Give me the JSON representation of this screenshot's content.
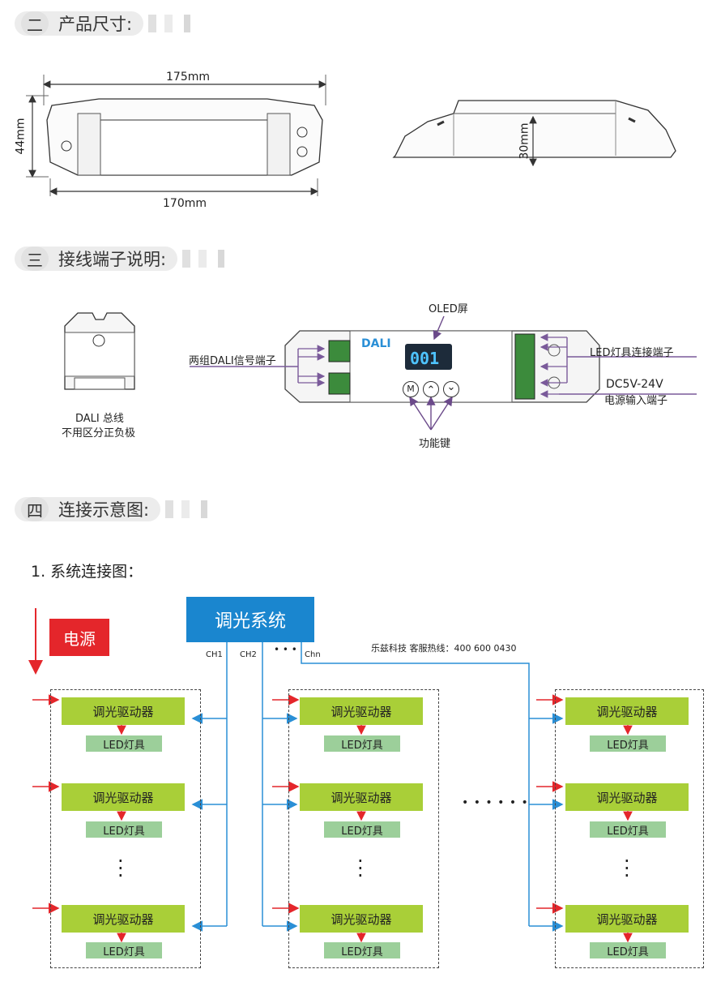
{
  "sections": {
    "s2": {
      "num": "二",
      "title": "产品尺寸:"
    },
    "s3": {
      "num": "三",
      "title": "接线端子说明:"
    },
    "s4": {
      "num": "四",
      "title": "连接示意图:"
    }
  },
  "dimensions": {
    "width_top": "175mm",
    "width_bottom": "170mm",
    "height_front": "44mm",
    "height_side": "30mm"
  },
  "wiring": {
    "dali_note_line1": "DALI 总线",
    "dali_note_line2": "不用区分正负极",
    "oled_label": "OLED屏",
    "dali_terminals": "两组DALI信号端子",
    "led_terminals": "LED灯具连接端子",
    "power_voltage": "DC5V-24V",
    "power_terminals": "电源输入端子",
    "function_keys": "功能键",
    "device_brand": "DALI",
    "device_display": "001",
    "key_m": "M",
    "key_up": "⌃",
    "key_down": "⌄"
  },
  "diagram": {
    "subtitle": "1. 系统连接图：",
    "system_box": "调光系统",
    "power_box": "电源",
    "ch1": "CH1",
    "ch2": "CH2",
    "ellipsis": "• • •",
    "chn": "Chn",
    "hotline": "乐兹科技 客服热线：400 600 0430",
    "driver_label": "调光驱动器",
    "led_label": "LED灯具",
    "mid_dots": "• • • • • •"
  },
  "colors": {
    "system_blue": "#1a86cf",
    "power_red": "#e4262b",
    "driver_green": "#a9cf38",
    "led_green": "#9ccf9a",
    "signal_line": "#2a8fd6",
    "power_arrow": "#e4262b"
  }
}
